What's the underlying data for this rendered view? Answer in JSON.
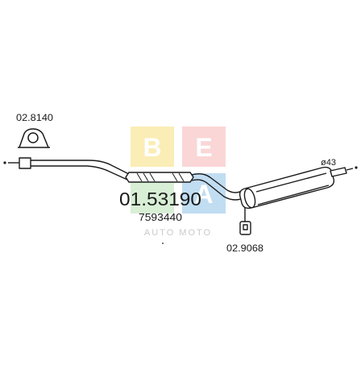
{
  "watermark": {
    "letters": [
      "B",
      "E",
      "A"
    ],
    "tagline": "AUTO MOTO",
    "colors": [
      "#f6e07a",
      "#f7b6b6",
      "#b9e3b5",
      "#8fc3e8"
    ]
  },
  "parts": {
    "main_part_number": "01.53190",
    "oem_number": "7593440",
    "bracket_part_number": "02.8140",
    "hanger_part_number": "02.9068",
    "diameter_label": "ø43"
  },
  "colors": {
    "line": "#1a1a1a",
    "text": "#1a1a1a"
  }
}
